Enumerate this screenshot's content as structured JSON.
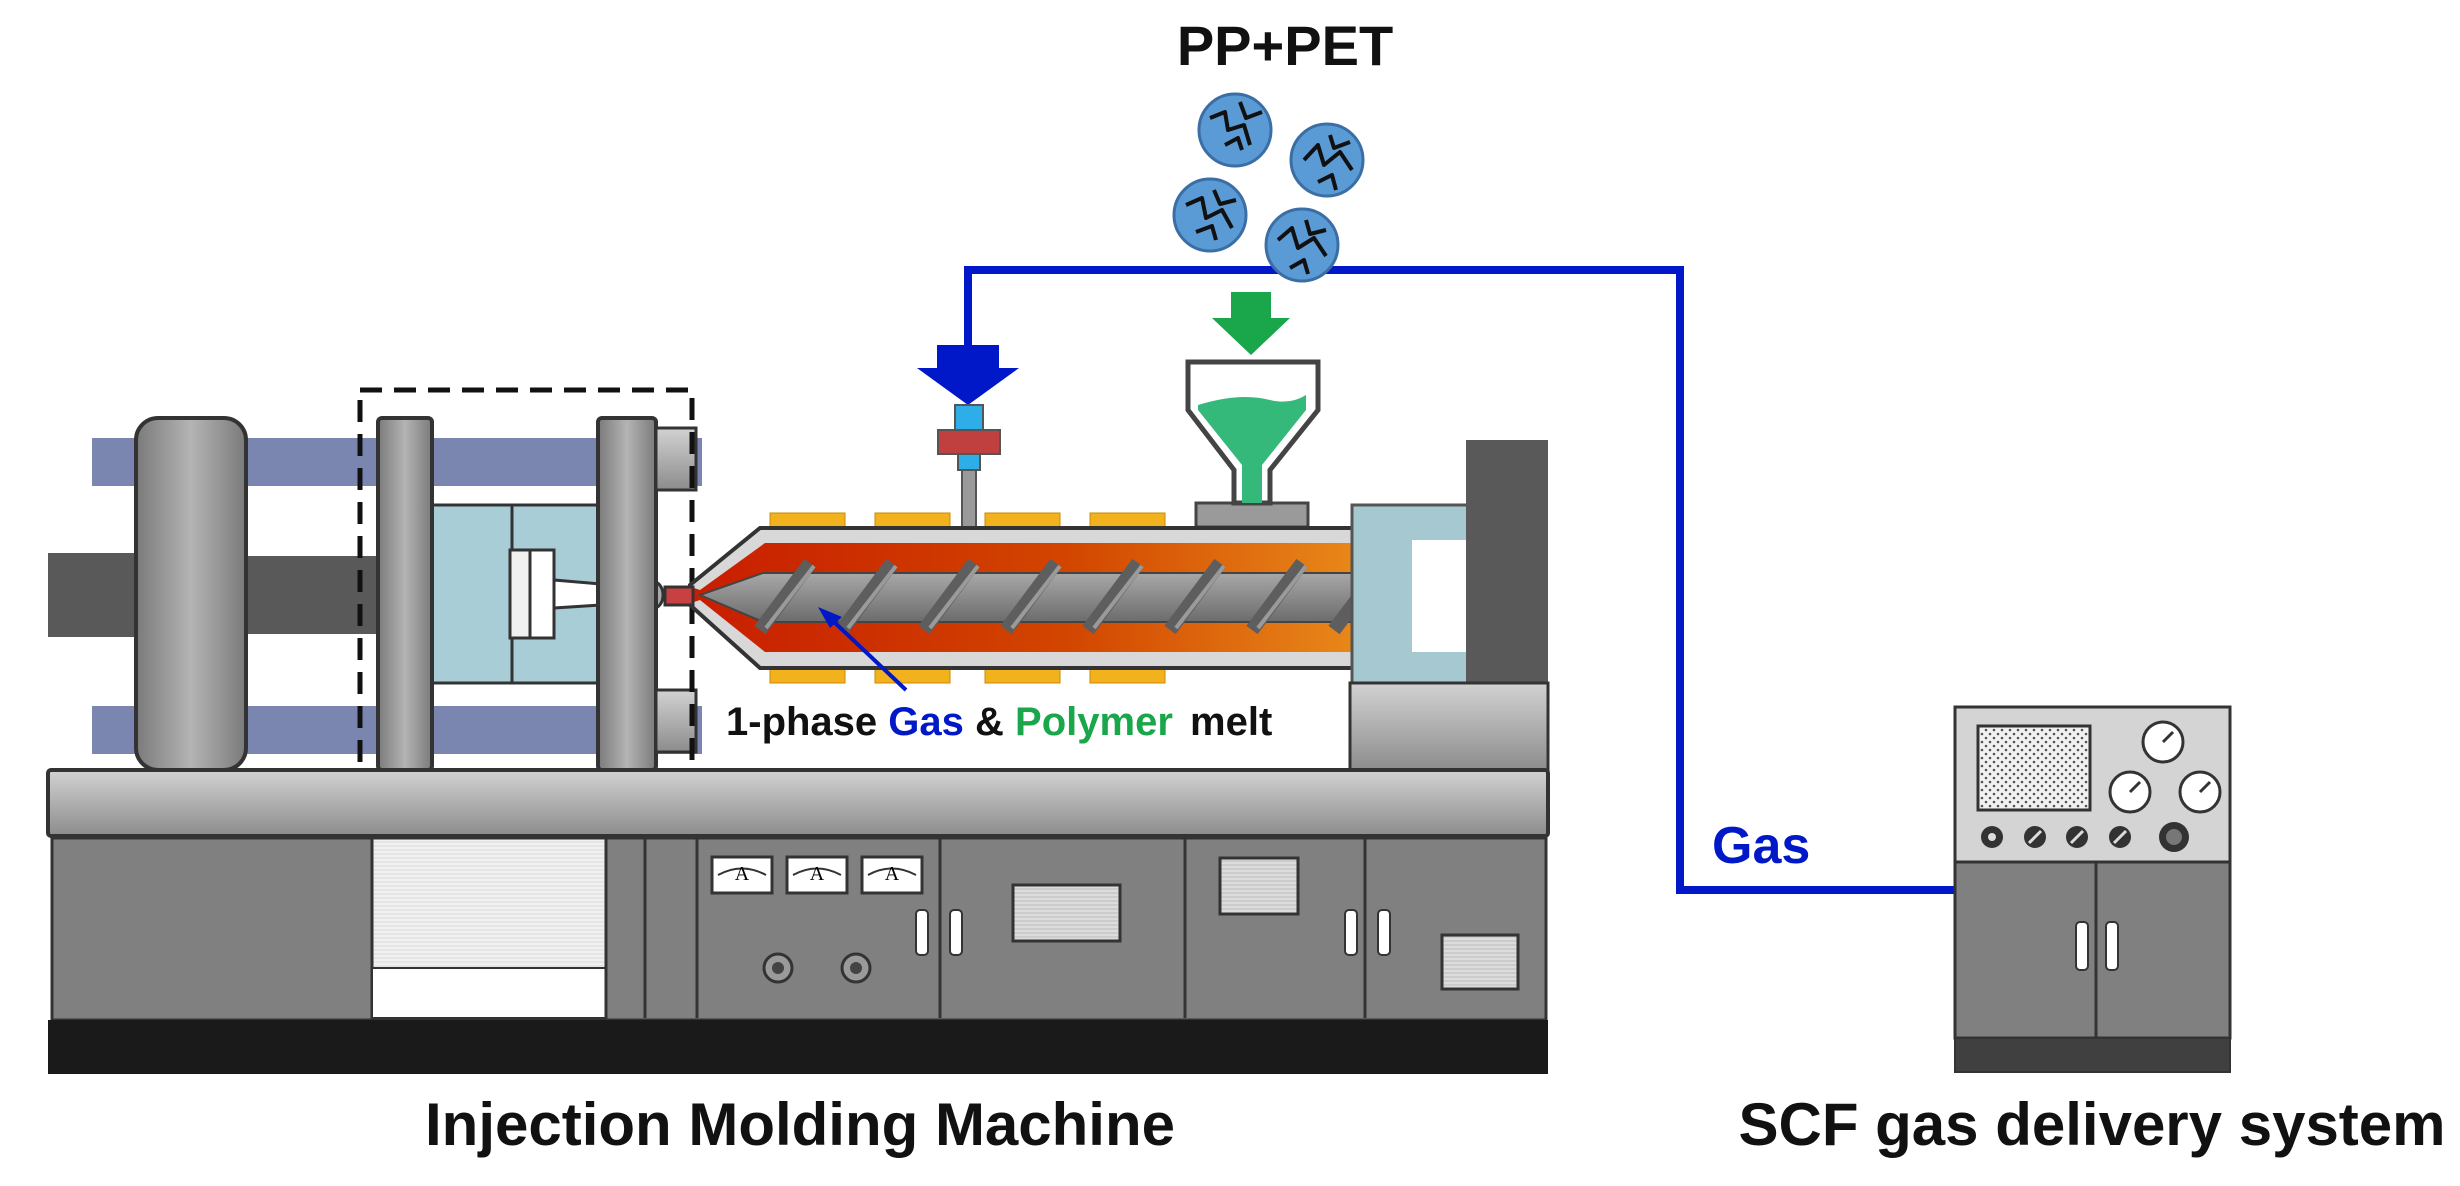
{
  "labels": {
    "feed": "PP+PET",
    "machine": "Injection Molding Machine",
    "delivery": "SCF gas delivery system",
    "gas_line": "Gas",
    "melt_prefix": "1-phase",
    "melt_gas": "Gas",
    "melt_amp": "&",
    "melt_polymer": "Polymer",
    "melt_suffix": "melt"
  },
  "meters": [
    "A",
    "A",
    "A"
  ],
  "colors": {
    "gas_blue": "#0018c8",
    "polymer_green": "#1aa64a",
    "barrel_red": "#c81e00",
    "heater": "#f2b21e",
    "frame_grey": "#808080",
    "tie_bar": "#7b86b0",
    "mold": "#a8cdd6",
    "pellet": "#5b9bd5"
  }
}
